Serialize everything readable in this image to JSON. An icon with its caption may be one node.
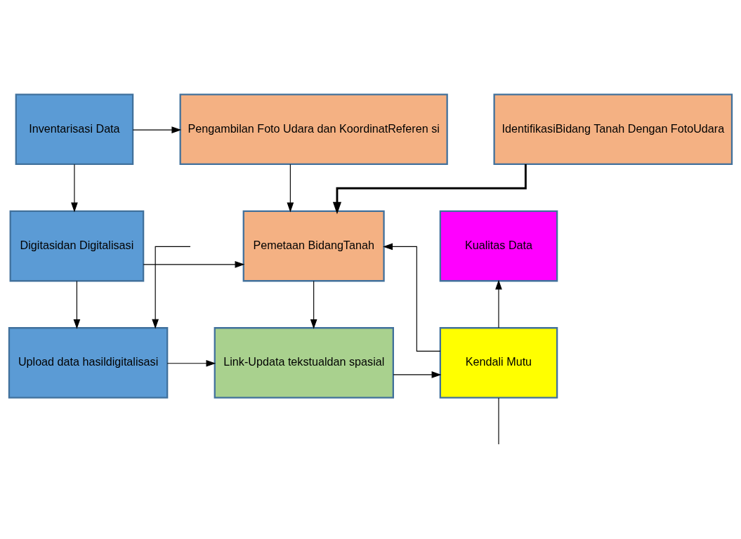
{
  "diagram": {
    "nodes": [
      {
        "text": [
          "Inventarisasi Data"
        ]
      },
      {
        "text": [
          "Pengambilan Foto Udara dan KoordinatReferen si"
        ]
      },
      {
        "text": [
          "IdentifikasiBidang Tanah Dengan FotoUdara"
        ]
      },
      {
        "text": [
          "Kualitas Data"
        ]
      },
      {
        "text": [
          "Digitasidan Digitalisasi"
        ]
      },
      {
        "text": [
          "Pemetaan BidangTanah"
        ]
      },
      {
        "text": [
          "Upload data hasildigitalisasi"
        ]
      },
      {
        "text": [
          "Link-Updata tekstualdan spasial"
        ]
      },
      {
        "text": [
          "Kendali Mutu"
        ]
      }
    ],
    "edges": [
      {
        "from": 0,
        "to": 1,
        "arrow": "to"
      },
      {
        "from": 0,
        "to": 4,
        "arrow": "to"
      },
      {
        "from": 1,
        "to": 5,
        "arrow": "to"
      },
      {
        "from": 2,
        "to": 5,
        "arrow": "to",
        "style": "thick"
      },
      {
        "from": 4,
        "to": 5,
        "arrow": "to"
      },
      {
        "from": 4,
        "to": 6,
        "arrow": "to"
      },
      {
        "from": 5,
        "to": 7,
        "arrow": "to"
      },
      {
        "from": 6,
        "to": 7,
        "arrow": "to"
      },
      {
        "from": 7,
        "to": 8,
        "arrow": "to"
      },
      {
        "from": 8,
        "to": 5,
        "arrow": "to"
      },
      {
        "from": 8,
        "to": 3,
        "arrow": "to"
      },
      {
        "from": null,
        "to": 6,
        "arrow": "to"
      },
      {
        "from": 8,
        "to": null,
        "arrow": "none"
      }
    ]
  }
}
